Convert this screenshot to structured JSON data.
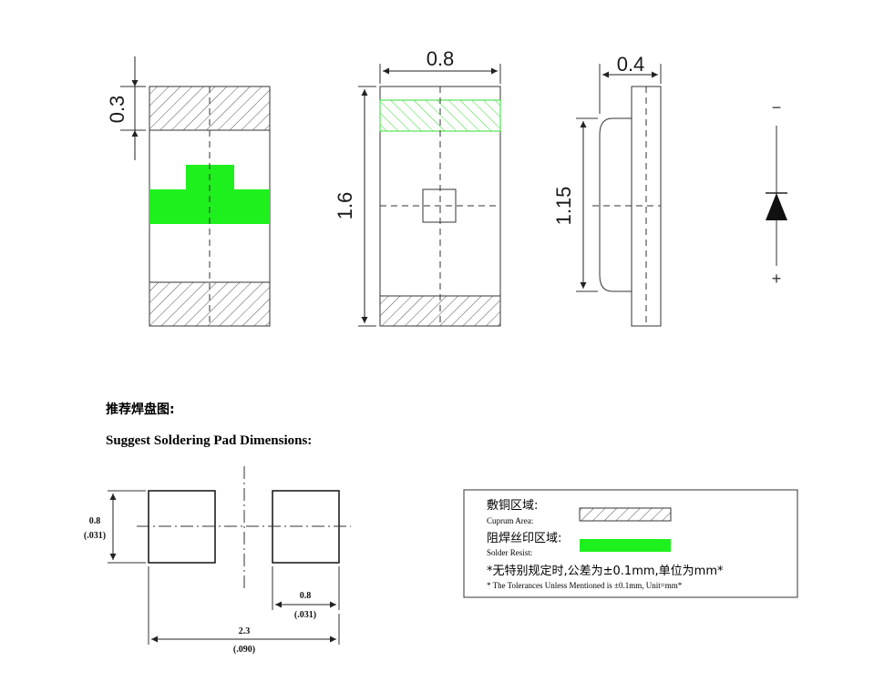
{
  "dimensions": {
    "top_height": "0.3",
    "width": "0.8",
    "thickness": "0.4",
    "length": "1.6",
    "side_height": "1.15"
  },
  "polarity": {
    "minus": "−",
    "plus": "+"
  },
  "headings": {
    "cn": "推荐焊盘图:",
    "en": "Suggest Soldering Pad Dimensions:"
  },
  "pad_dims": {
    "height_mm": "0.8",
    "height_in": "(.031)",
    "pad_width_mm": "0.8",
    "pad_width_in": "(.031)",
    "total_mm": "2.3",
    "total_in": "(.090)"
  },
  "legend": {
    "cuprum_cn": "敷铜区域:",
    "cuprum_en": "Cuprum Area:",
    "resist_cn": "阻焊丝印区域:",
    "resist_en": "Solder Resist:",
    "tol_cn": "*无特别规定时,公差为±0.1mm,单位为mm*",
    "tol_en": "* The Tolerances Unless Mentioned is ±0.1mm, Unit=mm*"
  },
  "colors": {
    "resist_green": "#1ef01e",
    "line": "#222222"
  }
}
